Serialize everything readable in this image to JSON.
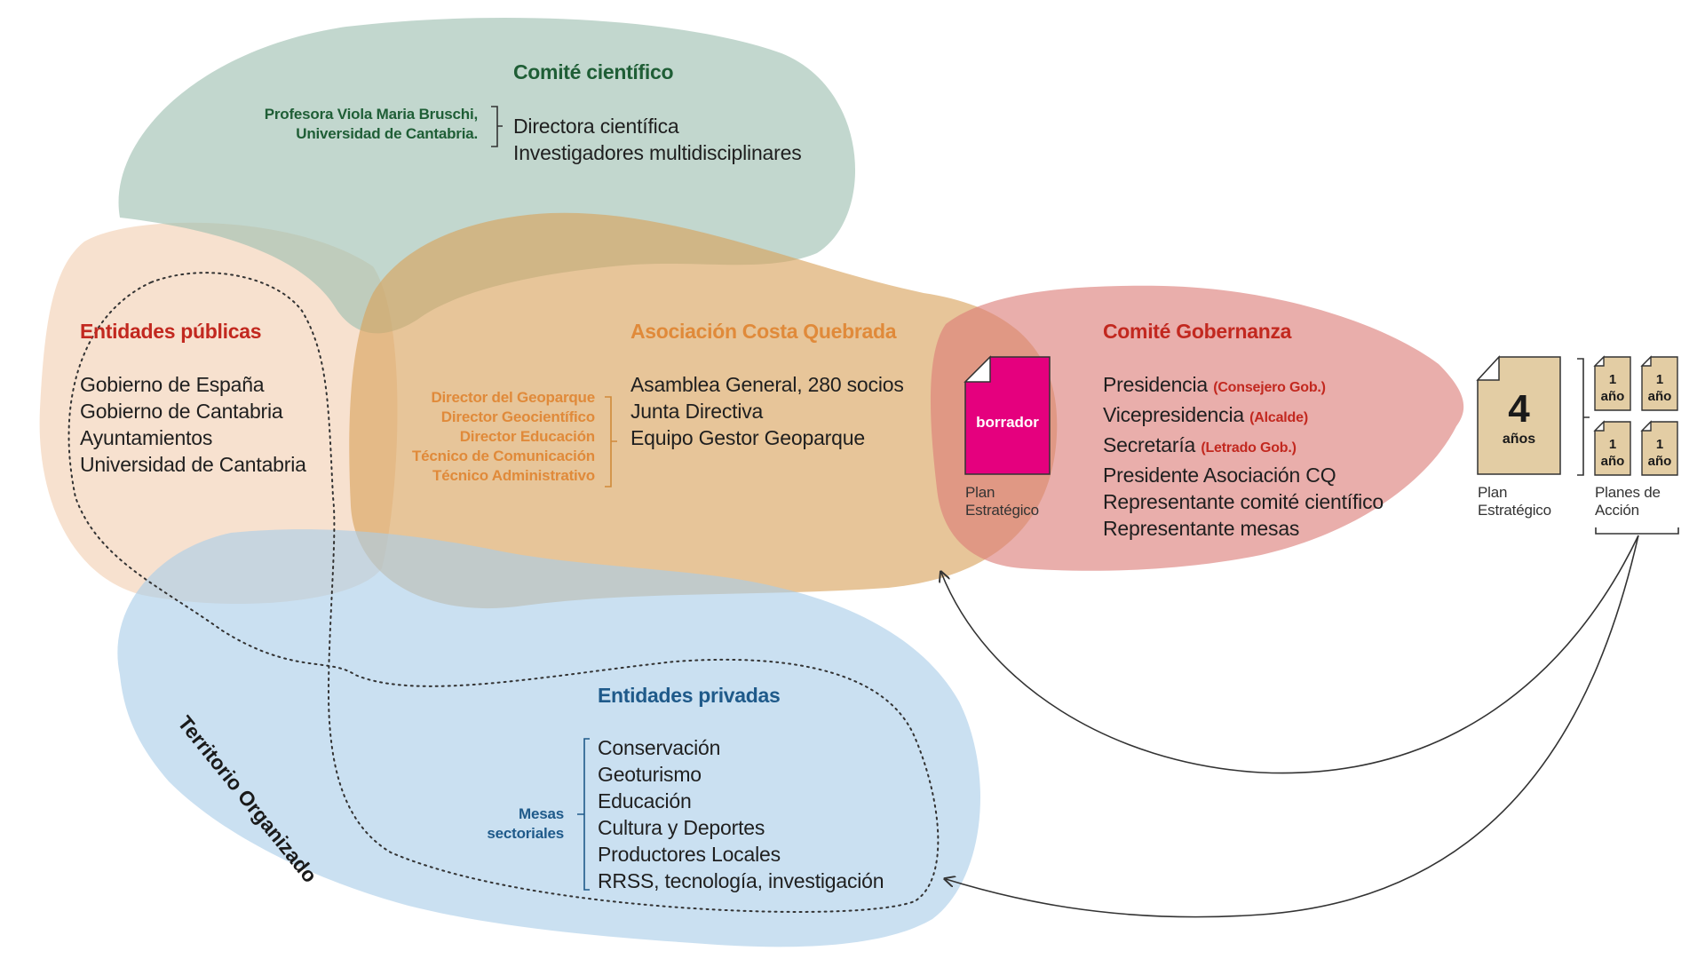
{
  "colors": {
    "green_blob": "#9dbfb0",
    "peach_blob": "#f2cfb2",
    "orange_blob": "#d9a25a",
    "red_blob": "#dc7d78",
    "blue_blob": "#a9cde8",
    "green_text": "#1f5e36",
    "red_text": "#c2281f",
    "orange_text": "#e08a3a",
    "blue_text": "#1f5a8a",
    "magenta": "#e5007e",
    "doc_tan": "#e3cda4"
  },
  "comite_cientifico": {
    "title": "Comité científico",
    "person_line1": "Profesora Viola Maria Bruschi,",
    "person_line2": "Universidad de Cantabria.",
    "items": [
      "Directora científica",
      "Investigadores multidisciplinares"
    ]
  },
  "entidades_publicas": {
    "title": "Entidades públicas",
    "items": [
      "Gobierno de España",
      "Gobierno de Cantabria",
      "Ayuntamientos",
      "Universidad de Cantabria"
    ]
  },
  "asociacion": {
    "title": "Asociación Costa Quebrada",
    "staff": [
      "Director del Geoparque",
      "Director Geocientífico",
      "Director Educación",
      "Técnico de Comunicación",
      "Técnico Administrativo"
    ],
    "items": [
      "Asamblea General, 280 socios",
      "Junta Directiva",
      "Equipo Gestor Geoparque"
    ]
  },
  "borrador": {
    "label": "borrador",
    "caption_line1": "Plan",
    "caption_line2": "Estratégico"
  },
  "comite_gobernanza": {
    "title": "Comité Gobernanza",
    "items": [
      {
        "text": "Presidencia",
        "tag": "(Consejero Gob.)"
      },
      {
        "text": "Vicepresidencia",
        "tag": "(Alcalde)"
      },
      {
        "text": "Secretaría",
        "tag": "(Letrado Gob.)"
      },
      {
        "text": "Presidente Asociación CQ",
        "tag": ""
      },
      {
        "text": "Representante comité científico",
        "tag": ""
      },
      {
        "text": "Representante mesas",
        "tag": ""
      }
    ]
  },
  "plan_estrategico": {
    "number": "4",
    "unit": "años",
    "caption_line1": "Plan",
    "caption_line2": "Estratégico"
  },
  "planes_accion": {
    "docs": [
      {
        "number": "1",
        "unit": "año"
      },
      {
        "number": "1",
        "unit": "año"
      },
      {
        "number": "1",
        "unit": "año"
      },
      {
        "number": "1",
        "unit": "año"
      }
    ],
    "caption_line1": "Planes de",
    "caption_line2": "Acción"
  },
  "territorio": {
    "label": "Territorio Organizado"
  },
  "entidades_privadas": {
    "title": "Entidades privadas",
    "mesas_line1": "Mesas",
    "mesas_line2": "sectoriales",
    "items": [
      "Conservación",
      "Geoturismo",
      "Educación",
      "Cultura y Deportes",
      "Productores Locales",
      "RRSS, tecnología, investigación"
    ]
  }
}
